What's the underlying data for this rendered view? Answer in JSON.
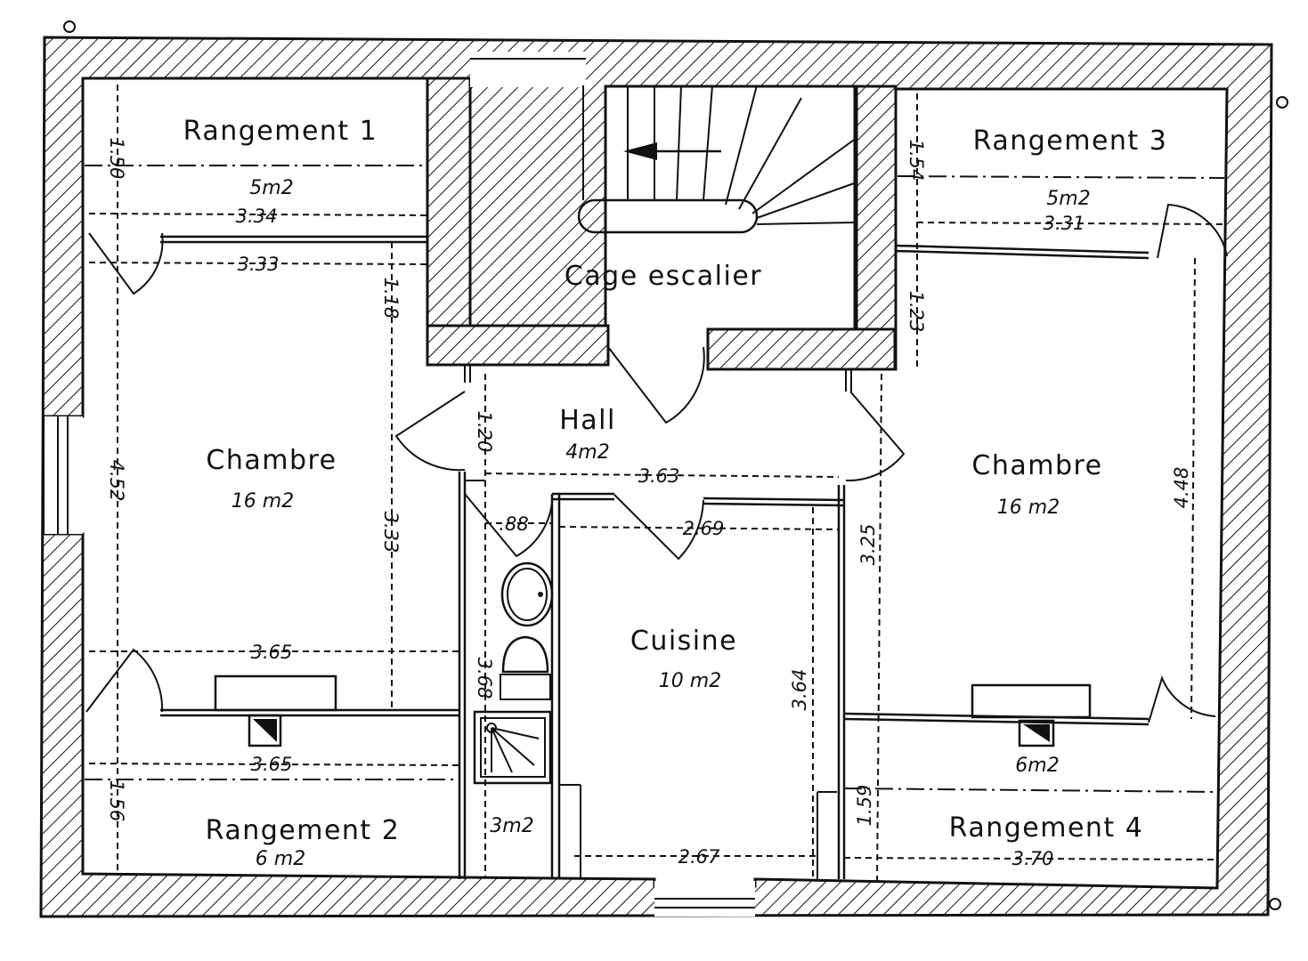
{
  "rooms": {
    "rangement1": {
      "name": "Rangement 1",
      "area": "5m2"
    },
    "rangement3": {
      "name": "Rangement 3",
      "area": "5m2"
    },
    "cage": {
      "name": "Cage escalier"
    },
    "hall": {
      "name": "Hall",
      "area": "4m2"
    },
    "chambre_left": {
      "name": "Chambre",
      "area": "16 m2"
    },
    "chambre_right": {
      "name": "Chambre",
      "area": "16 m2"
    },
    "cuisine": {
      "name": "Cuisine",
      "area": "10 m2"
    },
    "sdb": {
      "area": "3m2"
    },
    "rangement2": {
      "name": "Rangement 2",
      "area": "6 m2"
    },
    "rangement4": {
      "name": "Rangement 4",
      "area": "6m2"
    }
  },
  "dimensions": {
    "r1_depth": "1.50",
    "r1_width": "3.34",
    "ch_left_width_top": "3.33",
    "ch_left_closet": "1.18",
    "ch_left_length": "4.52",
    "ch_left_inner": "3.33",
    "ch_left_width_bottom": "3.65",
    "r2_width": "3.65",
    "r2_depth": "1.56",
    "r3_depth": "1.54",
    "r3_width": "3.31",
    "ch_right_closet": "1.23",
    "ch_right_length": "4.48",
    "ch_right_inner": "3.25",
    "hall_depth": "1.20",
    "hall_width": "3.63",
    "sdb_width": ".88",
    "sdb_length": "3.68",
    "cuisine_width_top": "2.69",
    "cuisine_length": "3.64",
    "cuisine_width_bottom": "2.67",
    "r4_depth": "1.59",
    "r4_width": "3.70"
  },
  "colors": {
    "ink": "#111111",
    "paper": "#ffffff"
  }
}
